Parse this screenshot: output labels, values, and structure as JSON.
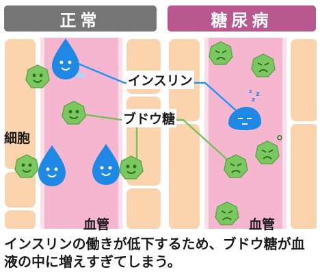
{
  "headers": {
    "normal": "正常",
    "diabetes": "糖尿病"
  },
  "labels": {
    "insulin": "インスリン",
    "glucose": "ブドウ糖",
    "cell": "細胞",
    "vessel_normal": "血管",
    "vessel_diabetes": "血管"
  },
  "caption": "インスリンの働きが低下するため、ブドウ糖が血液の中に増えすぎてしまう。",
  "colors": {
    "normal_header": "#757575",
    "diabetes_header": "#b9588e",
    "vessel": "#f6b6cf",
    "cell": "#fbd3ad",
    "insulin": "#1e88e5",
    "glucose": "#7cc860",
    "insulin_line": "#2196f3",
    "glucose_line": "#76c060"
  },
  "icons": [
    "insulin-drop-happy-icon",
    "insulin-drop-sleeping-icon",
    "glucose-happy-icon",
    "glucose-angry-icon"
  ]
}
